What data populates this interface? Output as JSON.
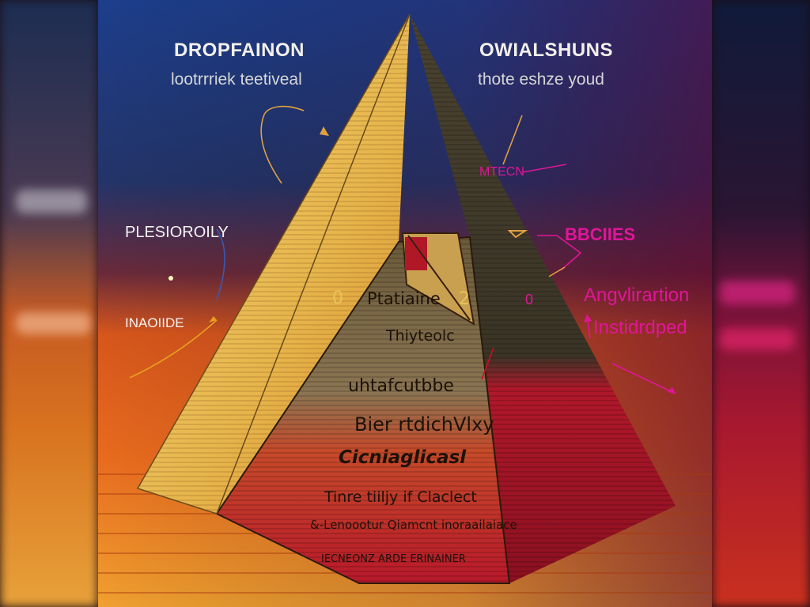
{
  "header_left": {
    "title": "DROPFAINON",
    "subtitle": "lootrrriek teetiveal"
  },
  "header_right": {
    "title": "OWIALSHUNS",
    "subtitle": "thote eshze youd"
  },
  "left_labels": {
    "upper": "PLESIOROILY",
    "lower": "INAOIIDE"
  },
  "right_labels": {
    "upper": "MTECN",
    "middle": "BBCIIES",
    "lower_1": "Angvlirartion",
    "lower_2": "Instidrdped",
    "lower_mark": "0"
  },
  "pyramid_tiers": [
    "Ptatiaine",
    "Thiyteolc",
    "uhtafcutbbe",
    "Bier rtdichVlxy",
    "Cicniaglicasl",
    "Tinre tiiljy  if Claclect",
    "&-Lenoootur Qiamcnt inoraailaiace",
    "IECNEONZ ARDE ERINAINER"
  ],
  "tier_marks": {
    "left": "0",
    "right": "2"
  },
  "colors": {
    "magenta_accent": "#e0159a",
    "pyramid_gold": "#e8c35a",
    "pyramid_shadow": "#5a4a2e",
    "pyramid_red": "#c8192a",
    "bg_blue": "#1c3f8a",
    "bg_orange": "#e0601e"
  },
  "icons": [
    "arrow-icon",
    "bracket-icon"
  ]
}
